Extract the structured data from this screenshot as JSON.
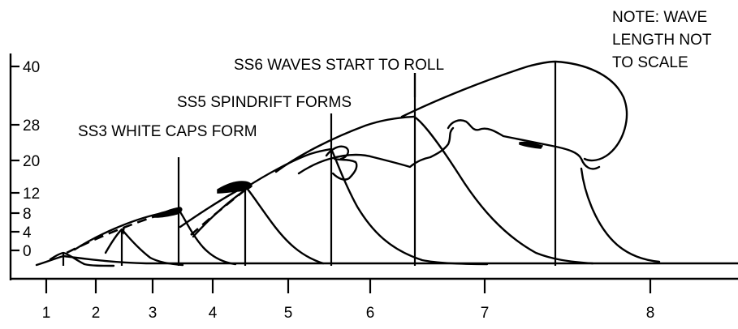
{
  "diagram": {
    "note_lines": [
      "NOTE: WAVE",
      "LENGTH NOT",
      "TO SCALE"
    ],
    "annotations": {
      "ss3": "SS3 WHITE CAPS FORM",
      "ss5": "SS5 SPINDRIFT FORMS",
      "ss6": "SS6 WAVES START TO ROLL"
    },
    "y_ticks": [
      "40",
      "28",
      "20",
      "12",
      "8",
      "4",
      "0"
    ],
    "x_ticks": [
      "1",
      "2",
      "3",
      "4",
      "5",
      "6",
      "7",
      "8"
    ]
  }
}
